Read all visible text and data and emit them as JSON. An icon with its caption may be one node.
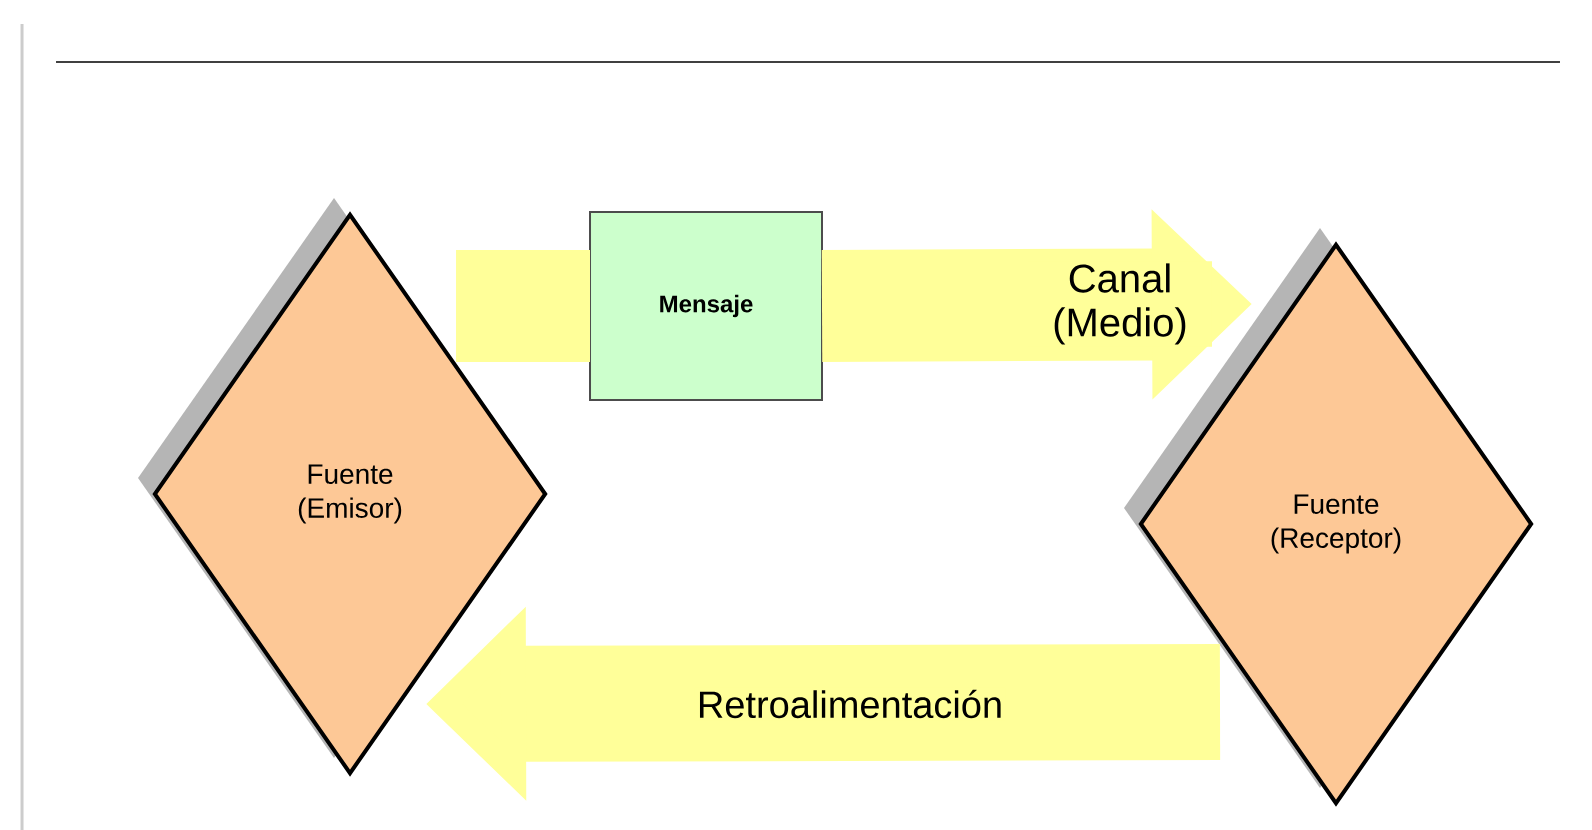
{
  "diagram": {
    "nodes": [
      {
        "text": [
          "Fuente (Emisor)"
        ]
      },
      {
        "text": [
          "Mensaje"
        ]
      },
      {
        "text": [
          "Fuente (Receptor)"
        ]
      }
    ],
    "edges": [
      {
        "from": 0,
        "to": 1,
        "arrow": "none"
      },
      {
        "from": 1,
        "to": 2,
        "arrow": "to",
        "label": "Canal (Medio)"
      },
      {
        "from": 2,
        "to": 0,
        "arrow": "to",
        "label": "Retroalimentación"
      }
    ]
  }
}
